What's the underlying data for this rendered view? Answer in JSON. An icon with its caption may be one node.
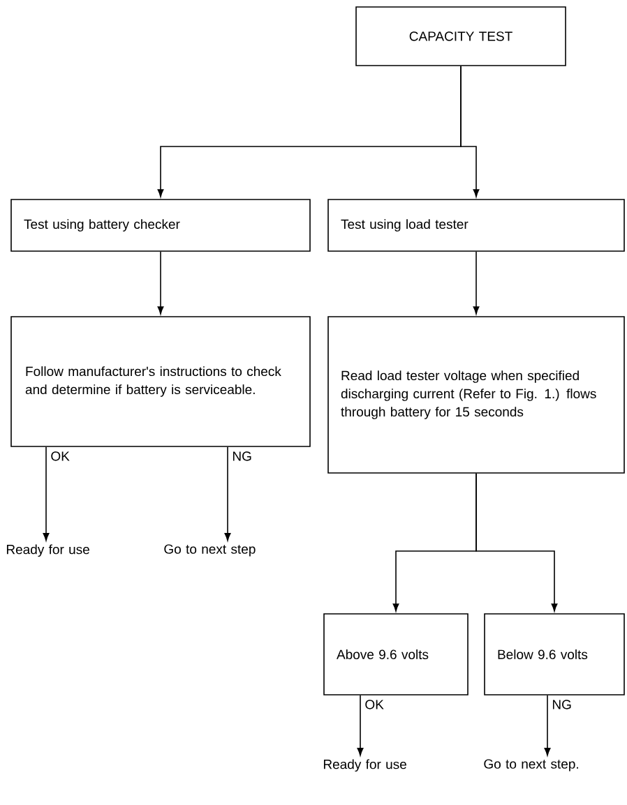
{
  "diagram": {
    "nodes": [
      {
        "text": [
          "CAPACITY TEST"
        ]
      },
      {
        "text": [
          "Test using battery checker"
        ]
      },
      {
        "text": [
          "Test using load tester"
        ]
      },
      {
        "text": [
          "Follow manufacturer's instructions to check and determine if battery is serviceable."
        ]
      },
      {
        "text": [
          "Read load tester voltage when specified discharging current (Refer to Fig. 1.) flows through battery for 15 seconds"
        ]
      },
      {
        "text": [
          "Ready for use"
        ]
      },
      {
        "text": [
          "Go to next step"
        ]
      },
      {
        "text": [
          "Above 9.6 volts"
        ]
      },
      {
        "text": [
          "Below 9.6 volts"
        ]
      },
      {
        "text": [
          "Ready for use"
        ]
      },
      {
        "text": [
          "Go to next step."
        ]
      }
    ],
    "edges": [
      {
        "from": 0,
        "to": 1,
        "arrow": "to"
      },
      {
        "from": 0,
        "to": 2,
        "arrow": "to"
      },
      {
        "from": 1,
        "to": 3,
        "arrow": "to"
      },
      {
        "from": 2,
        "to": 4,
        "arrow": "to"
      },
      {
        "from": 3,
        "to": 5,
        "arrow": "to",
        "label": "OK"
      },
      {
        "from": 3,
        "to": 6,
        "arrow": "to",
        "label": "NG"
      },
      {
        "from": 4,
        "to": 7,
        "arrow": "to"
      },
      {
        "from": 4,
        "to": 8,
        "arrow": "to"
      },
      {
        "from": 7,
        "to": 9,
        "arrow": "to",
        "label": "OK"
      },
      {
        "from": 8,
        "to": 10,
        "arrow": "to",
        "label": "NG"
      }
    ]
  }
}
